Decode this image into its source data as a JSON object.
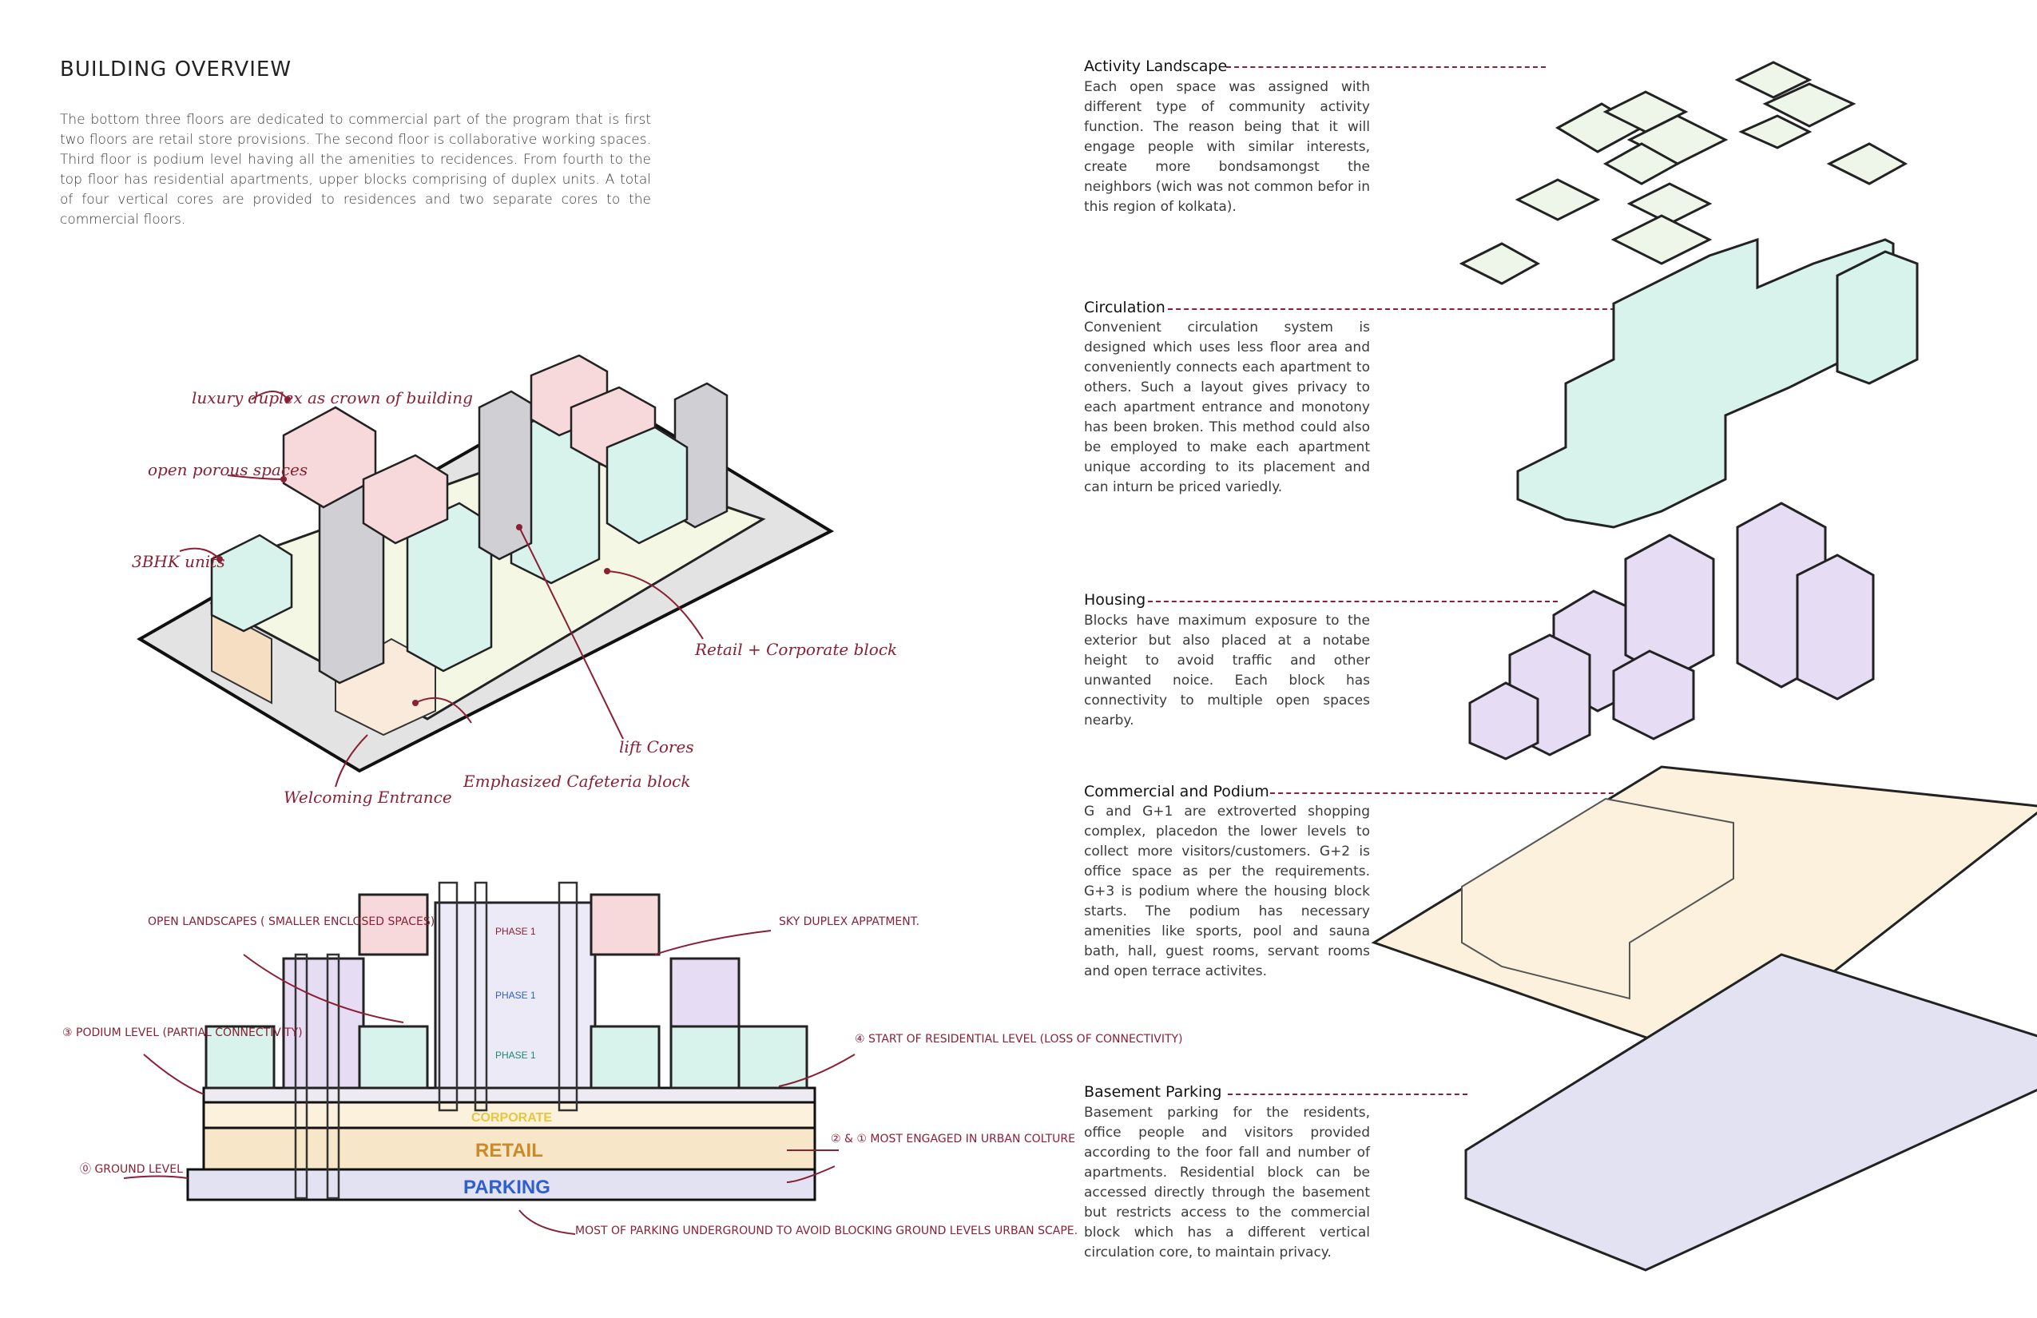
{
  "page": {
    "title": "BUILDING OVERVIEW",
    "intro": "The bottom three floors are dedicated to commercial part of the program that is first two floors are retail store provisions. The second floor is collaborative working spaces. Third floor is podium level having all the amenities to recidences. From fourth to the top floor has residential apartments, upper blocks comprising of duplex units. A total of four vertical cores are provided to residences and two separate cores to the commercial floors."
  },
  "sketch": {
    "labels": {
      "luxury": "luxury duplex as crown of building",
      "open": "open porous spaces",
      "bhk": "3BHK units",
      "retail": "Retail + Corporate block",
      "lift": "lift Cores",
      "cafeteria": "Emphasized Cafeteria block",
      "entrance": "Welcoming Entrance"
    }
  },
  "section": {
    "labels": {
      "open_landscapes": "OPEN LANDSCAPES ( SMALLER ENCLOSED SPACES)",
      "sky_duplex": "SKY DUPLEX APPATMENT.",
      "podium": "③ PODIUM LEVEL (PARTIAL CONNECTIVITY)",
      "residential": "④ START OF RESIDENTIAL LEVEL (LOSS OF CONNECTIVITY)",
      "engaged": "② & ① MOST ENGAGED IN URBAN COLTURE",
      "ground": "⓪ GROUND LEVEL",
      "parking_note": "MOST OF PARKING UNDERGROUND TO AVOID BLOCKING GROUND LEVELS URBAN SCAPE."
    },
    "phases": [
      "PHASE 1",
      "PHASE 1",
      "PHASE 1"
    ],
    "floors": {
      "corporate": "CORPORATE",
      "retail": "RETAIL",
      "parking": "PARKING"
    },
    "colors": {
      "corporate": "#e8c640",
      "retail": "#c98a2a",
      "parking": "#2f5fd0"
    }
  },
  "sections": [
    {
      "title": "Activity Landscape",
      "body": "Each open space was assigned with different type of community activity function. The reason being that it will engage people with similar interests, create more bondsamongst the neighbors (wich was not common befor in this region of kolkata)."
    },
    {
      "title": "Circulation",
      "body": "Convenient circulation system is designed which uses less floor area and conveniently connects each apartment to others. Such a layout gives privacy to each apartment entrance and monotony has been broken. This method could also be employed to make each apartment unique according to its placement and can inturn be priced variedly."
    },
    {
      "title": "Housing",
      "body": "Blocks have maximum exposure to the exterior but also placed at a notabe height to avoid traffic and other unwanted noice. Each block has connectivity to multiple open spaces nearby."
    },
    {
      "title": "Commercial and Podium",
      "body": "G and G+1 are extroverted shopping complex, placedon the lower levels to collect more visitors/customers. G+2 is office space as per the requirements. G+3 is podium where the housing block starts. The podium has necessary amenities like sports, pool and sauna bath, hall, guest rooms, servant rooms and open terrace activites."
    },
    {
      "title": "Basement Parking",
      "body": "Basement parking for the residents, office people and visitors provided according to the foor fall and number of apartments. Residential block can be accessed directly through the basement but restricts access to the commercial block which has a different vertical circulation core, to maintain privacy."
    }
  ],
  "colors": {
    "accent": "#8a2035",
    "mint": "#d8f3ec",
    "pink": "#f7d9dc",
    "lavender": "#e6dcf3",
    "cream": "#fbf1dc",
    "periwinkle": "#e2e2f3"
  }
}
